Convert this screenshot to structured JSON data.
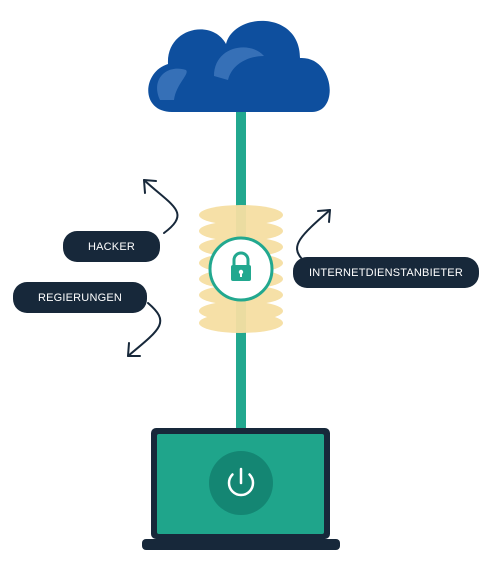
{
  "labels": {
    "hacker": "HACKER",
    "government": "REGIERUNGEN",
    "isp": "INTERNETDIENSTANBIETER"
  },
  "icons": {
    "cloud": "cloud-icon",
    "lock": "padlock-icon",
    "power": "power-icon",
    "laptop": "laptop-icon"
  },
  "colors": {
    "cloud": "#0e4f9e",
    "cloud_highlight": "#3b73b9",
    "tunnel": "#22a88f",
    "shield_rings": "#f6dfa3",
    "pill_background": "#17283a",
    "arrow": "#17283a",
    "laptop_frame": "#17283a",
    "laptop_screen": "#1fa58b",
    "power_button": "#148673"
  }
}
